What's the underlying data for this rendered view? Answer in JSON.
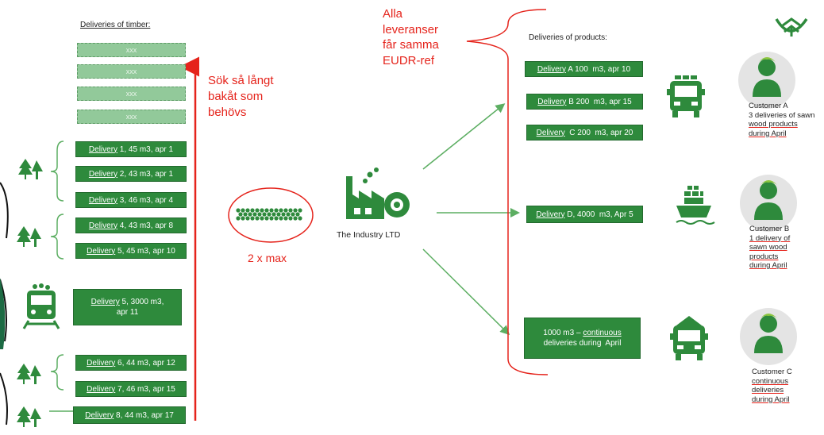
{
  "timber": {
    "heading": "Deliveries of timber:",
    "placeholders": [
      "xxx",
      "xxx",
      "xxx",
      "xxx"
    ],
    "deliveries": [
      {
        "word": "Delivery",
        "rest": " 1, 45 m3, apr 1"
      },
      {
        "word": "Delivery",
        "rest": " 2, 43 m3, apr 1"
      },
      {
        "word": "Delivery",
        "rest": " 3, 46 m3, apr 4"
      },
      {
        "word": "Delivery",
        "rest": " 4, 43 m3, apr 8"
      },
      {
        "word": "Delivery",
        "rest": " 5, 45 m3, apr 10"
      },
      {
        "word": "Delivery",
        "rest": " 6, 44 m3, apr 12"
      },
      {
        "word": "Delivery",
        "rest": " 7, 46 m3, apr 15"
      },
      {
        "word": "Delivery",
        "rest": " 8, 44 m3, apr 17"
      }
    ],
    "train_delivery": {
      "line1_word": "Delivery",
      "line1_rest": " 5, 3000 m3,",
      "line2": "apr 11"
    }
  },
  "annotations": {
    "search_back": [
      "Sök så långt",
      "bakåt som",
      "behövs"
    ],
    "max_label": "2 x max",
    "same_ref": [
      "Alla",
      "leveranser",
      "får samma",
      "EUDR-ref"
    ]
  },
  "industry": {
    "name": "The Industry LTD"
  },
  "products": {
    "heading": "Deliveries of products:",
    "items": [
      {
        "word": "Delivery",
        "rest": " A 100  m3, apr 10"
      },
      {
        "word": "Delivery",
        "rest": " B 200  m3, apr 15"
      },
      {
        "word": "Delivery",
        "rest": "  C 200  m3, apr 20"
      },
      {
        "word": "Delivery",
        "rest": " D, 4000  m3, Apr 5"
      }
    ],
    "continuous": {
      "line1_a": "1000  m3 – ",
      "line1_b": "continuous",
      "line2_a": "deliveries during",
      "line2_b": "  April"
    }
  },
  "customers": [
    {
      "lines": [
        "Customer A",
        "3 deliveries of sawn",
        "wood products",
        "during April"
      ]
    },
    {
      "lines": [
        "Customer B",
        "1 delivery of",
        "sawn wood",
        "products",
        "during April"
      ]
    },
    {
      "lines": [
        "Customer C",
        "continuous",
        "deliveries",
        "during April"
      ]
    }
  ],
  "colors": {
    "green": "#2e8a3c",
    "light_green": "#92c99a",
    "red": "#e5231b",
    "arrow_green": "#5cae62",
    "avatar_bg": "#e4e4e4"
  }
}
